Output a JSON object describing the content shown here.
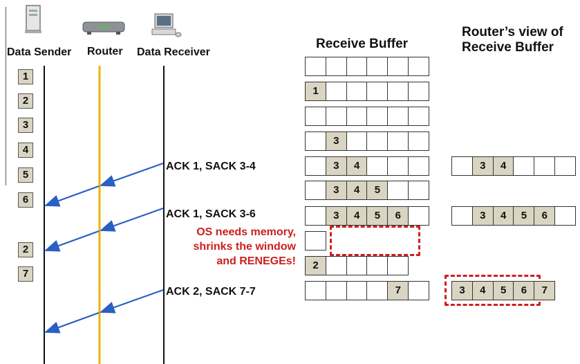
{
  "headers": {
    "sender": "Data Sender",
    "router": "Router",
    "receiver": "Data Receiver",
    "receive_buffer": "Receive Buffer",
    "router_view": [
      "Router’s view of",
      "Receive Buffer"
    ]
  },
  "icons": [
    "server-icon",
    "router-icon",
    "computer-icon"
  ],
  "colors": {
    "router_line": "#e8b400",
    "arrow": "#2a5fc4",
    "alert": "#cc1f1f",
    "filled_cell": "#d9d5c2"
  },
  "sent_packets": [
    "1",
    "2",
    "3",
    "4",
    "5",
    "6",
    "2",
    "7"
  ],
  "acks": {
    "ack1": "ACK 1, SACK 3-4",
    "ack2": "ACK 1, SACK 3-6",
    "ack3": "ACK 2, SACK 7-7"
  },
  "reneg_note": [
    "OS needs memory,",
    "shrinks the window",
    "and RENEGEs!"
  ],
  "receive_buffer_rows": [
    [
      "",
      "",
      "",
      "",
      "",
      ""
    ],
    [
      "1",
      "",
      "",
      "",
      "",
      ""
    ],
    [
      "",
      "",
      "",
      "",
      "",
      ""
    ],
    [
      "",
      "3",
      "",
      "",
      "",
      ""
    ],
    [
      "",
      "3",
      "4",
      "",
      "",
      ""
    ],
    [
      "",
      "3",
      "4",
      "5",
      "",
      ""
    ],
    [
      "",
      "3",
      "4",
      "5",
      "6",
      ""
    ],
    [
      ""
    ],
    [
      "2",
      "",
      "",
      "",
      ""
    ],
    [
      "",
      "",
      "",
      "",
      "7",
      ""
    ]
  ],
  "router_view_rows": [
    [
      "",
      "3",
      "4",
      "",
      "",
      ""
    ],
    [
      "",
      "3",
      "4",
      "5",
      "6",
      ""
    ],
    [
      "3",
      "4",
      "5",
      "6",
      "7"
    ]
  ]
}
